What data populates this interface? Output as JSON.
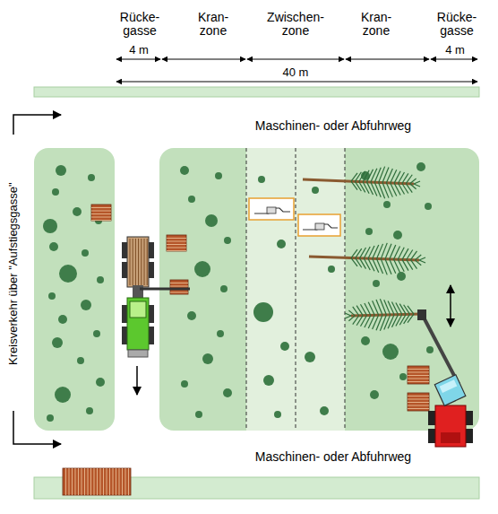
{
  "diagram": {
    "labels": [
      "Rücke- gasse",
      "Kran- zone",
      "Zwischen- zone",
      "Kran- zone",
      "Rücke- gasse",
      "4 m",
      "4 m",
      "40 m",
      "Maschinen- oder Abfuhrweg",
      "Kreisverkehr über \"Aufstiegsgasse\"",
      "Maschinen- oder Abfuhrweg"
    ]
  }
}
